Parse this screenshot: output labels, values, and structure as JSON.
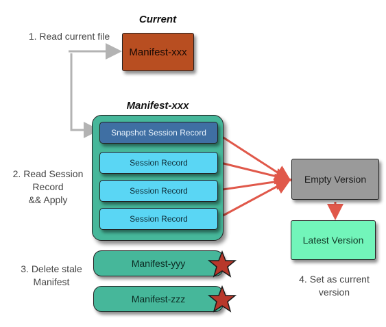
{
  "headings": {
    "current": "Current",
    "manifest_container": "Manifest-xxx"
  },
  "steps": {
    "read_current": "1. Read current file",
    "read_session_line1": "2. Read Session",
    "read_session_line2": "Record",
    "read_session_line3": "&& Apply",
    "delete_stale_line1": "3. Delete stale",
    "delete_stale_line2": "Manifest",
    "set_current_line1": "4. Set as current",
    "set_current_line2": "version"
  },
  "boxes": {
    "current_manifest": "Manifest-xxx",
    "snapshot_record": "Snapshot Session Record",
    "session_records": [
      "Session Record",
      "Session Record",
      "Session Record"
    ],
    "stale_manifests": [
      "Manifest-yyy",
      "Manifest-zzz"
    ],
    "empty_version": "Empty Version",
    "latest_version": "Latest Version"
  },
  "colors": {
    "current_manifest": "#b84e21",
    "container": "#46b79a",
    "snapshot_record": "#3f6fa3",
    "session_record": "#5ad6f4",
    "empty_version": "#9a9a9a",
    "latest_version": "#72f5ba",
    "apply_arrow": "#e0584a",
    "read_arrow": "#b3b3b3",
    "delete_star": "#b8382b"
  },
  "icons": {
    "delete_marker": "star-icon"
  }
}
